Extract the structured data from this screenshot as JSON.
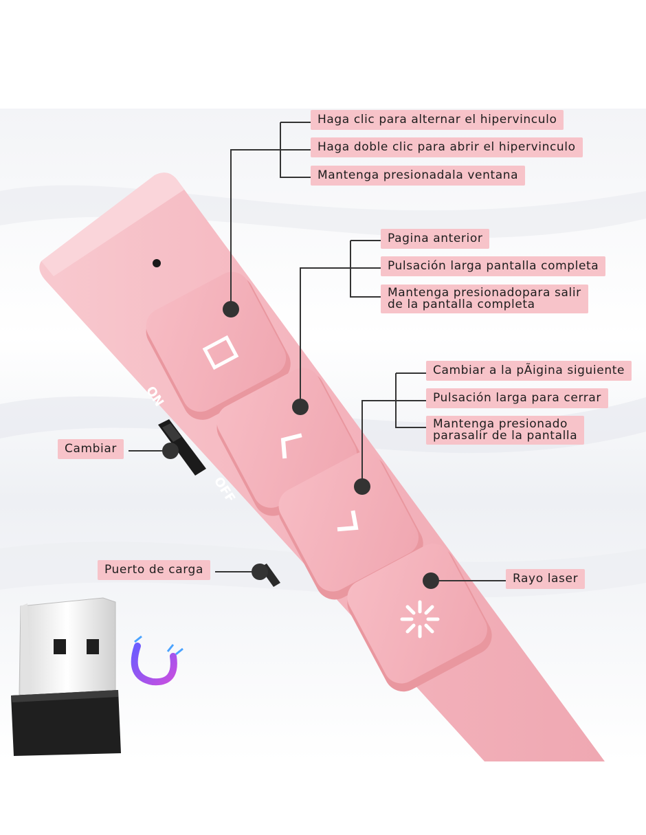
{
  "callouts": {
    "top_group": {
      "line1": "Haga clic para alternar el hipervinculo",
      "line2": "Haga doble clic para abrir el hipervinculo",
      "line3": "Mantenga presionadala ventana"
    },
    "prev_group": {
      "line1": "Pagina anterior",
      "line2": "Pulsación larga pantalla completa",
      "line3a": "Mantenga presionadopara salir",
      "line3b": "de la pantalla completa"
    },
    "next_group": {
      "line1": "Cambiar a la pÃigina siguiente",
      "line2": "Pulsación larga para cerrar",
      "line3a": "Mantenga presionado",
      "line3b": "parasalir de la pantalla"
    },
    "switch": "Cambiar",
    "port": "Puerto de carga",
    "laser": "Rayo laser"
  },
  "switch_marks": {
    "on": "ON",
    "off": "OFF"
  },
  "icons": [
    "square-icon",
    "chevron-up-icon",
    "chevron-down-icon",
    "laser-sun-icon",
    "magnet-icon",
    "usb-receiver-icon"
  ],
  "colors": {
    "body_pink": "#f4b4bd",
    "label_pink": "#f7c3c9",
    "line": "#333333"
  }
}
